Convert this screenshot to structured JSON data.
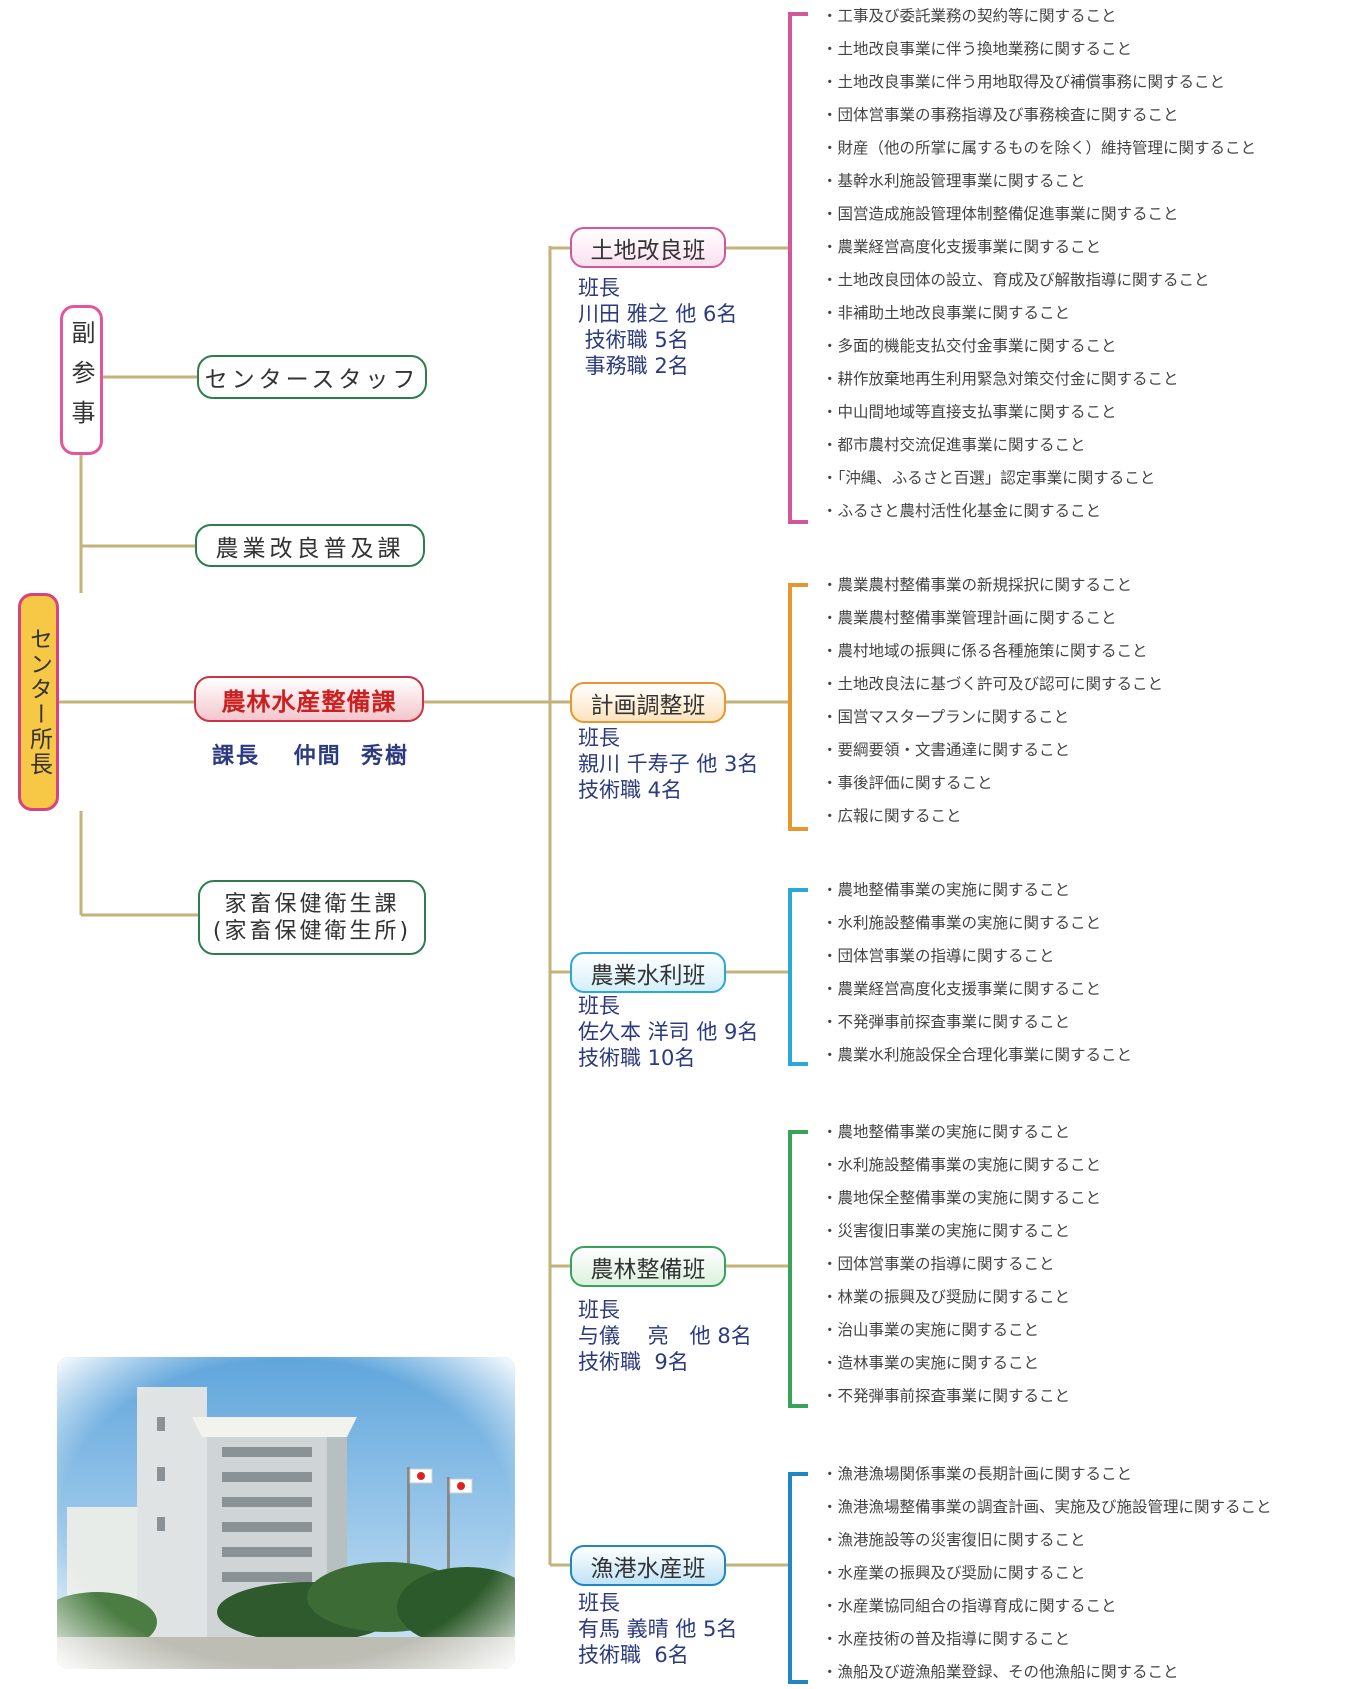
{
  "vice_director": "副参事",
  "director": "センター所長",
  "sections": {
    "staff": "センタースタッフ",
    "extension": "農業改良普及課",
    "main": "農林水産整備課",
    "main_chief": "課長　 仲間  秀樹",
    "livestock_line1": "家畜保健衛生課",
    "livestock_line2": "(家畜保健衛生所)"
  },
  "teams": [
    {
      "name": "土地改良班",
      "color": "#d1579a",
      "fill": "#fbe0ef",
      "info": [
        "班長",
        "川田 雅之 他 6名",
        " 技術職 5名",
        " 事務職 2名"
      ],
      "duties": [
        "・工事及び委託業務の契約等に関すること",
        "・土地改良事業に伴う換地業務に関すること",
        "・土地改良事業に伴う用地取得及び補償事務に関すること",
        "・団体営事業の事務指導及び事務検査に関すること",
        "・財産（他の所掌に属するものを除く）維持管理に関すること",
        "・基幹水利施設管理事業に関すること",
        "・国営造成施設管理体制整備促進事業に関すること",
        "・農業経営高度化支援事業に関すること",
        "・土地改良団体の設立、育成及び解散指導に関すること",
        "・非補助土地改良事業に関すること",
        "・多面的機能支払交付金事業に関すること",
        "・耕作放棄地再生利用緊急対策交付金に関すること",
        "・中山間地域等直接支払事業に関すること",
        "・都市農村交流促進事業に関すること",
        "・「沖縄、ふるさと百選」認定事業に関すること",
        "・ふるさと農村活性化基金に関すること"
      ]
    },
    {
      "name": "計画調整班",
      "color": "#e8962e",
      "fill": "#fde3bd",
      "info": [
        "班長",
        "親川 千寿子 他 3名",
        "技術職 4名"
      ],
      "duties": [
        "・農業農村整備事業の新規採択に関すること",
        "・農業農村整備事業管理計画に関すること",
        "・農村地域の振興に係る各種施策に関すること",
        "・土地改良法に基づく許可及び認可に関すること",
        "・国営マスタープランに関すること",
        "・要綱要領・文書通達に関すること",
        "・事後評価に関すること",
        "・広報に関すること"
      ]
    },
    {
      "name": "農業水利班",
      "color": "#2ba9d6",
      "fill": "#d4eff9",
      "info": [
        "班長",
        "佐久本 洋司 他 9名",
        "技術職 10名"
      ],
      "duties": [
        "・農地整備事業の実施に関すること",
        "・水利施設整備事業の実施に関すること",
        "・団体営事業の指導に関すること",
        "・農業経営高度化支援事業に関すること",
        "・不発弾事前探査事業に関すること",
        "・農業水利施設保全合理化事業に関すること"
      ]
    },
    {
      "name": "農林整備班",
      "color": "#3aa35a",
      "fill": "#dcf1df",
      "info": [
        "班長",
        "与儀　 亮　他 8名",
        "技術職  9名"
      ],
      "duties": [
        "・農地整備事業の実施に関すること",
        "・水利施設整備事業の実施に関すること",
        "・農地保全整備事業の実施に関すること",
        "・災害復旧事業の実施に関すること",
        "・団体営事業の指導に関すること",
        "・林業の振興及び奨励に関すること",
        "・治山事業の実施に関すること",
        "・造林事業の実施に関すること",
        "・不発弾事前探査事業に関すること"
      ]
    },
    {
      "name": "漁港水産班",
      "color": "#1f87c4",
      "fill": "#bfe3f6",
      "info": [
        "班長",
        "有馬 義晴 他 5名",
        "技術職  6名"
      ],
      "duties": [
        "・漁港漁場関係事業の長期計画に関すること",
        "・漁港漁場整備事業の調査計画、実施及び施設管理に関すること",
        "・漁港施設等の災害復旧に関すること",
        "・水産業の振興及び奨励に関すること",
        "・水産業協同組合の指導育成に関すること",
        "・水産技術の普及指導に関すること",
        "・漁船及び遊漁船業登録、その他漁船に関すること"
      ]
    }
  ]
}
